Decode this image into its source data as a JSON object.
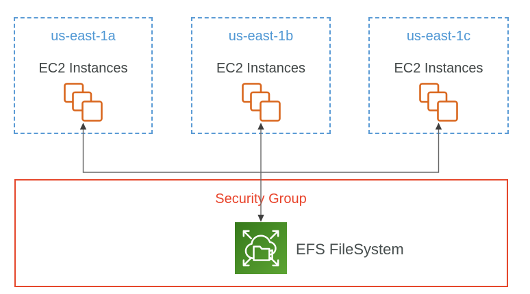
{
  "diagram": {
    "availability_zones": [
      {
        "name": "us-east-1a",
        "service_label": "EC2 Instances",
        "icon": "ec2-instances-icon"
      },
      {
        "name": "us-east-1b",
        "service_label": "EC2 Instances",
        "icon": "ec2-instances-icon"
      },
      {
        "name": "us-east-1c",
        "service_label": "EC2 Instances",
        "icon": "ec2-instances-icon"
      }
    ],
    "security_group": {
      "label": "Security Group"
    },
    "efs": {
      "label": "EFS FileSystem",
      "icon": "efs-filesystem-icon"
    },
    "connections": [
      "us-east-1a EC2 Instances <- shared bus",
      "us-east-1b EC2 Instances <-> EFS FileSystem",
      "us-east-1c EC2 Instances <- shared bus"
    ]
  },
  "colors": {
    "az_border": "#5b9bd5",
    "az_title": "#4f97d4",
    "body_text": "#3f4444",
    "ec2_orange": "#d9671e",
    "security_red": "#e8432a",
    "efs_label": "#474e4e",
    "connector_gray": "#686868",
    "arrow_head": "#3f3f3f",
    "efs_green_dark": "#36791b",
    "efs_green_light": "#5ca433"
  }
}
